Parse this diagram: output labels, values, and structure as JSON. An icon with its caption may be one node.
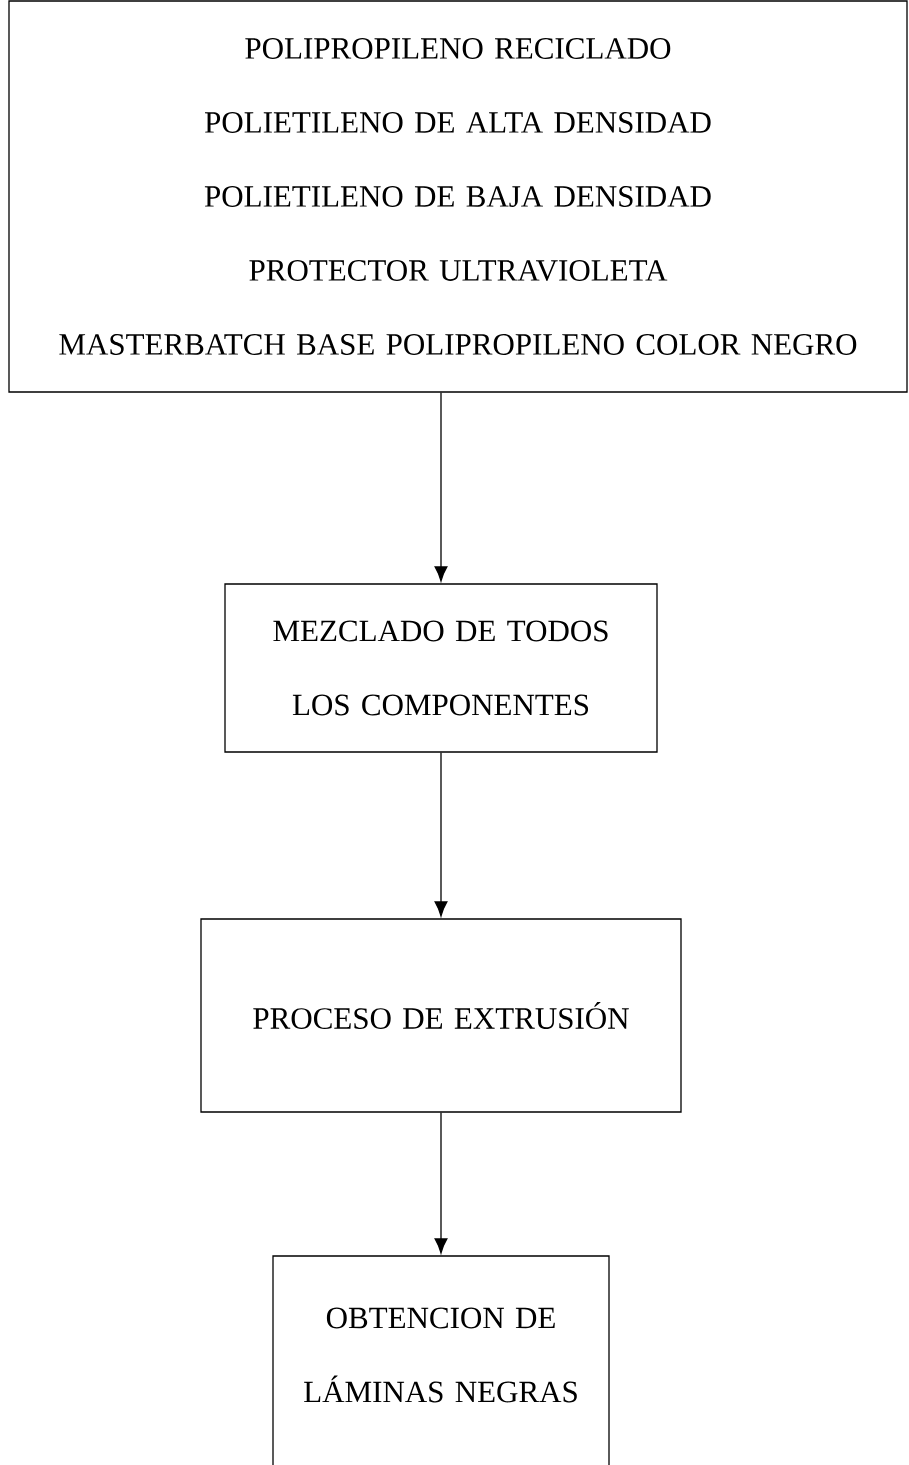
{
  "diagram": {
    "nodes": [
      {
        "text": [
          "POLIPROPILENO  RECICLADO",
          "POLIETILENO DE ALTA DENSIDAD",
          "POLIETILENO DE BAJA DENSIDAD",
          "PROTECTOR ULTRAVIOLETA",
          "MASTERBATCH BASE POLIPROPILENO COLOR NEGRO"
        ]
      },
      {
        "text": [
          "MEZCLADO DE TODOS LOS COMPONENTES"
        ]
      },
      {
        "text": [
          "PROCESO DE EXTRUSIÓN"
        ]
      },
      {
        "text": [
          "OBTENCION DE LÁMINAS NEGRAS"
        ]
      }
    ],
    "edges": [
      {
        "from": 0,
        "to": 1,
        "arrow": "to"
      },
      {
        "from": 1,
        "to": 2,
        "arrow": "to"
      },
      {
        "from": 2,
        "to": 3,
        "arrow": "to"
      }
    ]
  }
}
